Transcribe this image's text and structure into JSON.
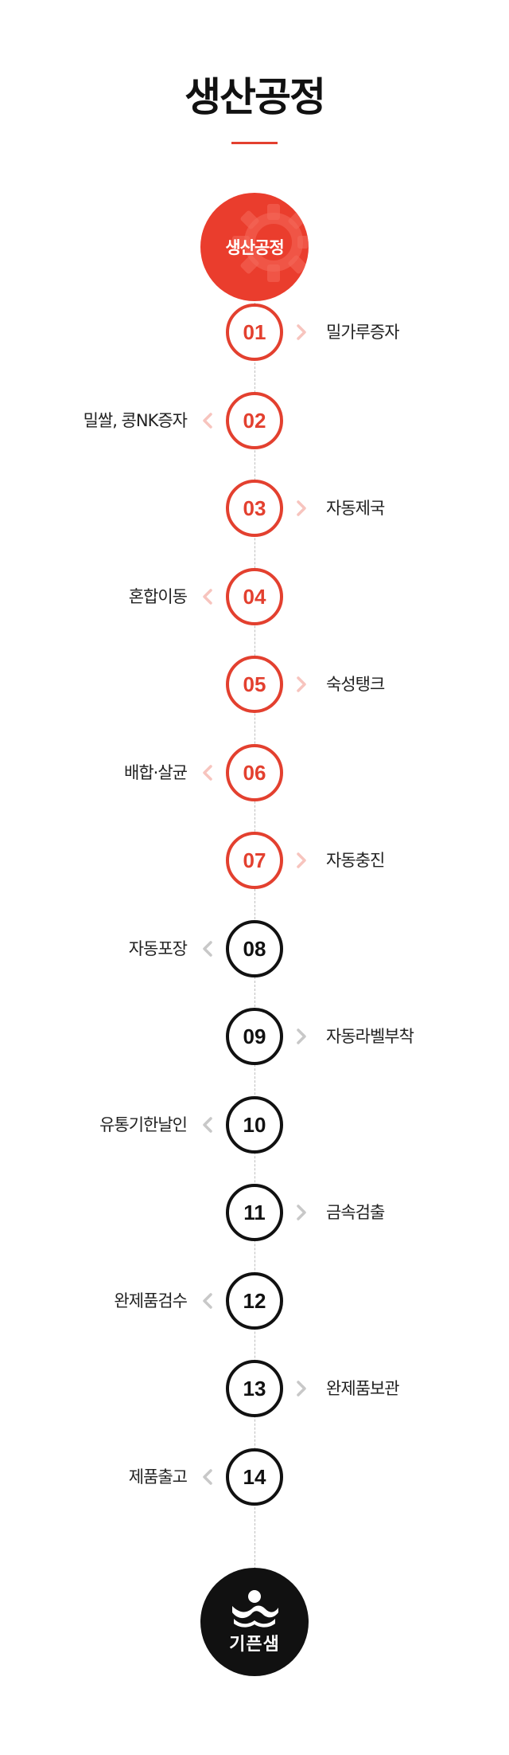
{
  "header": {
    "title": "생산공정"
  },
  "top_badge": {
    "label": "생산공정",
    "icon": "gear-icon"
  },
  "steps": [
    {
      "number": "01",
      "label": "밀가루증자",
      "side": "right",
      "color": "#e3402f"
    },
    {
      "number": "02",
      "label": "밀쌀, 콩NK증자",
      "side": "left",
      "color": "#e3402f"
    },
    {
      "number": "03",
      "label": "자동제국",
      "side": "right",
      "color": "#e3402f"
    },
    {
      "number": "04",
      "label": "혼합이동",
      "side": "left",
      "color": "#e3402f"
    },
    {
      "number": "05",
      "label": "숙성탱크",
      "side": "right",
      "color": "#e3402f"
    },
    {
      "number": "06",
      "label": "배합·살균",
      "side": "left",
      "color": "#e3402f"
    },
    {
      "number": "07",
      "label": "자동충진",
      "side": "right",
      "color": "#e3402f"
    },
    {
      "number": "08",
      "label": "자동포장",
      "side": "left",
      "color": "#111111"
    },
    {
      "number": "09",
      "label": "자동라벨부착",
      "side": "right",
      "color": "#111111"
    },
    {
      "number": "10",
      "label": "유통기한날인",
      "side": "left",
      "color": "#111111"
    },
    {
      "number": "11",
      "label": "금속검출",
      "side": "right",
      "color": "#111111"
    },
    {
      "number": "12",
      "label": "완제품검수",
      "side": "left",
      "color": "#111111"
    },
    {
      "number": "13",
      "label": "완제품보관",
      "side": "right",
      "color": "#111111"
    },
    {
      "number": "14",
      "label": "제품출고",
      "side": "left",
      "color": "#111111"
    }
  ],
  "bottom_logo": {
    "text": "기픈샘",
    "icon": "brand-logo-icon"
  },
  "colors": {
    "accent": "#e3402f",
    "dark": "#111111",
    "chevron_red": "#f7c4be",
    "chevron_gray": "#c8c8c8"
  }
}
